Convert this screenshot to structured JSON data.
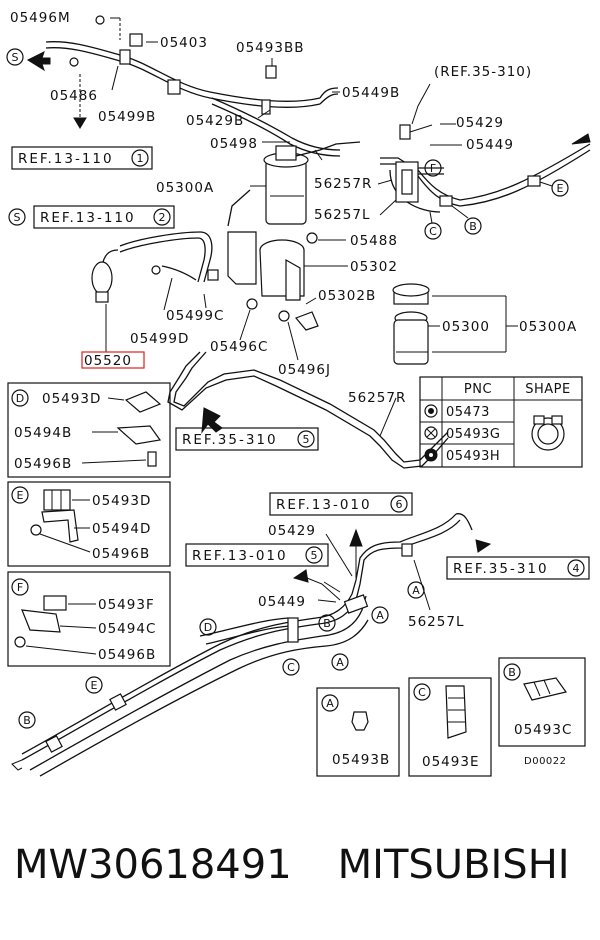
{
  "labels": {
    "p05496M": "05496M",
    "p05403": "05403",
    "p05493BB": "05493BB",
    "ref35_top": "(REF.35-310)",
    "s_top": "S",
    "p05486": "05486",
    "p05499B": "05499B",
    "p05449B": "05449B",
    "p05429B": "05429B",
    "p05429": "05429",
    "p05498": "05498",
    "p05449": "05449",
    "ref13_110_1": "REF.13-110",
    "ref13_110_1_num": "1",
    "p05300A_top": "05300A",
    "p56257R_top": "56257R",
    "s_mid": "S",
    "ref13_110_2": "REF.13-110",
    "ref13_110_2_num": "2",
    "p56257L_top": "56257L",
    "p05488": "05488",
    "p05302": "05302",
    "p05302B": "05302B",
    "p05499C": "05499C",
    "p05499D": "05499D",
    "p05496C": "05496C",
    "p05496J": "05496J",
    "p05300": "05300",
    "p05300A_right": "05300A",
    "p05520": "05520",
    "p56257R_mid": "56257R",
    "ref35_310_5": "REF.35-310",
    "ref35_310_5_num": "5",
    "ref13_010_6": "REF.13-010",
    "ref13_010_6_num": "6",
    "p05429_bottom": "05429",
    "ref13_010_5": "REF.13-010",
    "ref13_010_5_num": "5",
    "ref35_310_4": "REF.35-310",
    "ref35_310_4_num": "4",
    "p05449_bottom": "05449",
    "p56257L_bottom": "56257L"
  },
  "callouts": {
    "A": "A",
    "B": "B",
    "C": "C",
    "D": "D",
    "E": "E",
    "F": "F"
  },
  "box_d": {
    "tag": "D",
    "p1": "05493D",
    "p2": "05494B",
    "p3": "05496B"
  },
  "box_e": {
    "tag": "E",
    "p1": "05493D",
    "p2": "05494D",
    "p3": "05496B"
  },
  "box_f": {
    "tag": "F",
    "p1": "05493F",
    "p2": "05494C",
    "p3": "05496B"
  },
  "pnc_table": {
    "headers": [
      "PNC",
      "SHAPE"
    ],
    "rows": [
      "05473",
      "05493G",
      "05493H"
    ]
  },
  "box_a": {
    "tag": "A",
    "part": "05493B"
  },
  "box_c": {
    "tag": "C",
    "part": "05493E"
  },
  "box_b": {
    "tag": "B",
    "part": "05493C"
  },
  "drawing_code": "D00022",
  "footer": {
    "part_number": "MW30618491",
    "brand": "MITSUBISHI"
  }
}
